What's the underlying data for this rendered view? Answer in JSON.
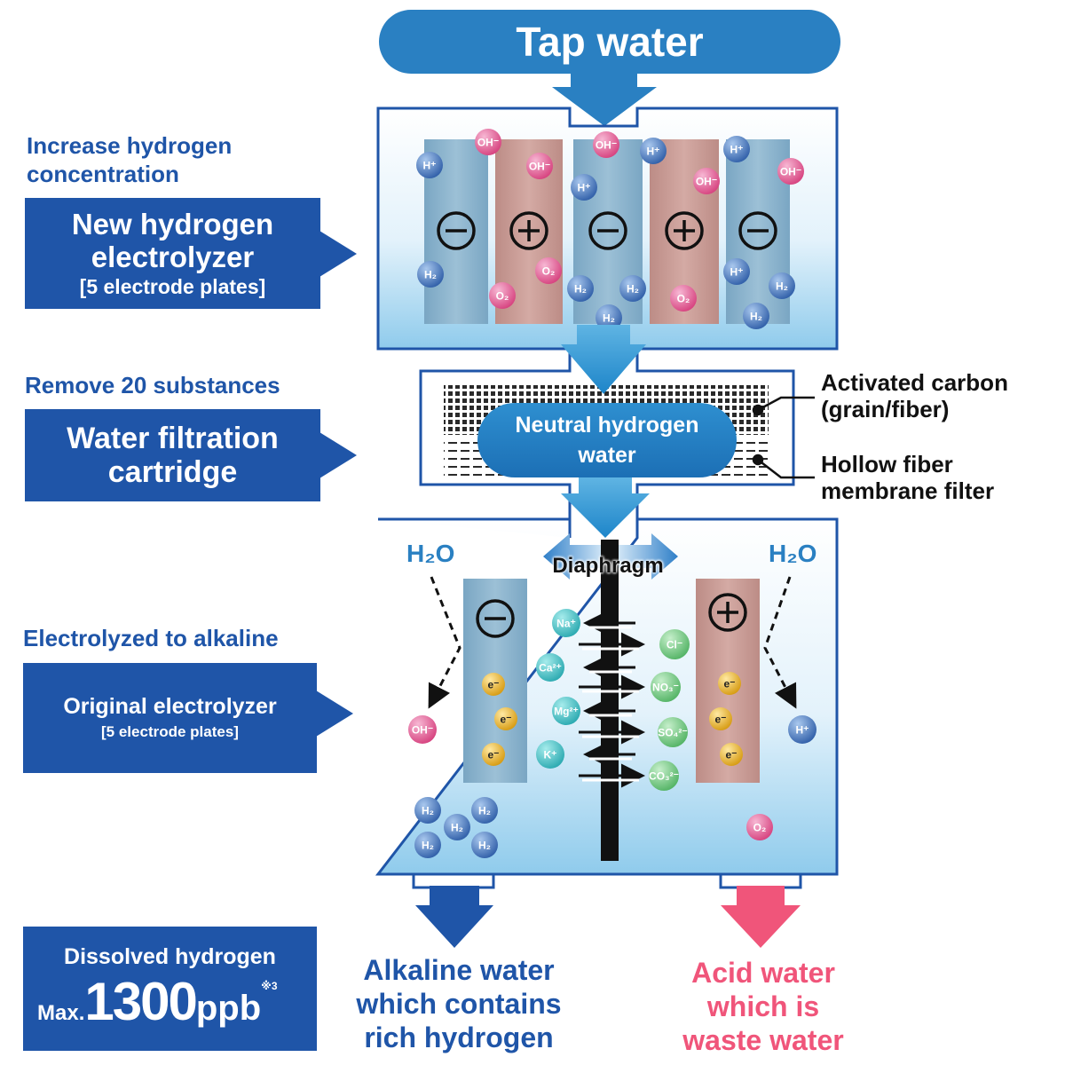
{
  "source": {
    "label": "Tap water"
  },
  "stages": [
    {
      "caption": "Increase hydrogen concentration",
      "caption_lines": [
        "Increase hydrogen",
        "concentration"
      ],
      "box_lines": [
        "New hydrogen",
        "electrolyzer",
        "[5 electrode plates]"
      ]
    },
    {
      "caption": "Remove 20 substances",
      "box_lines": [
        "Water filtration",
        "cartridge"
      ]
    },
    {
      "caption": "Electrolyzed to alkaline",
      "box_lines": [
        "Original electrolyzer",
        "[5 electrode plates]"
      ]
    }
  ],
  "filter": {
    "flow_label_lines": [
      "Neutral hydrogen",
      "water"
    ],
    "layers": [
      {
        "label_lines": [
          "Activated carbon",
          "(grain/fiber)"
        ]
      },
      {
        "label_lines": [
          "Hollow fiber",
          "membrane filter"
        ]
      }
    ]
  },
  "electrolyzer1": {
    "plates": [
      "⊖",
      "⊕",
      "⊖",
      "⊕",
      "⊖"
    ],
    "molecules": [
      {
        "label": "OH⁻",
        "kind": "oh"
      },
      {
        "label": "H⁺",
        "kind": "h"
      },
      {
        "label": "OH⁻",
        "kind": "oh"
      },
      {
        "label": "OH⁻",
        "kind": "oh"
      },
      {
        "label": "H⁺",
        "kind": "h"
      },
      {
        "label": "H⁺",
        "kind": "h"
      },
      {
        "label": "H⁺",
        "kind": "h"
      },
      {
        "label": "OH⁻",
        "kind": "oh"
      },
      {
        "label": "OH⁻",
        "kind": "oh"
      },
      {
        "label": "H₂",
        "kind": "h"
      },
      {
        "label": "O₂",
        "kind": "oh"
      },
      {
        "label": "O₂",
        "kind": "oh"
      },
      {
        "label": "H₂",
        "kind": "h"
      },
      {
        "label": "H₂",
        "kind": "h"
      },
      {
        "label": "H₂",
        "kind": "h"
      },
      {
        "label": "O₂",
        "kind": "oh"
      },
      {
        "label": "H⁺",
        "kind": "h"
      },
      {
        "label": "H₂",
        "kind": "h"
      },
      {
        "label": "H₂",
        "kind": "h"
      }
    ]
  },
  "electrolyzer2": {
    "diaphragm_label": "Diaphragm",
    "water_left": "H₂O",
    "water_right": "H₂O",
    "negative_sign": "⊖",
    "positive_sign": "⊕",
    "electron": "e⁻",
    "left_product": "OH⁻",
    "right_product": "H⁺",
    "cations": [
      "Na⁺",
      "Ca²⁺",
      "Mg²⁺",
      "K⁺"
    ],
    "anions": [
      "Cl⁻",
      "NO₃⁻",
      "SO₄²⁻",
      "CO₃²⁻"
    ],
    "h2_cluster": [
      "H₂",
      "H₂",
      "H₂",
      "H₂",
      "H₂"
    ],
    "o2": "O₂"
  },
  "outputs": {
    "hydrogen_box": {
      "line1": "Dissolved hydrogen",
      "prefix": "Max.",
      "value": "1300",
      "unit": "ppb",
      "note": "※3"
    },
    "alkaline_lines": [
      "Alkaline water",
      "which contains",
      "rich hydrogen"
    ],
    "acid_lines": [
      "Acid water",
      "which is",
      "waste water"
    ]
  },
  "colors": {
    "brand_blue": "#1f55a8",
    "flow_blue": "#2e93cf",
    "acid_red": "#f0557a",
    "negative_plate": "#7ea9c4",
    "positive_plate": "#c49690"
  }
}
